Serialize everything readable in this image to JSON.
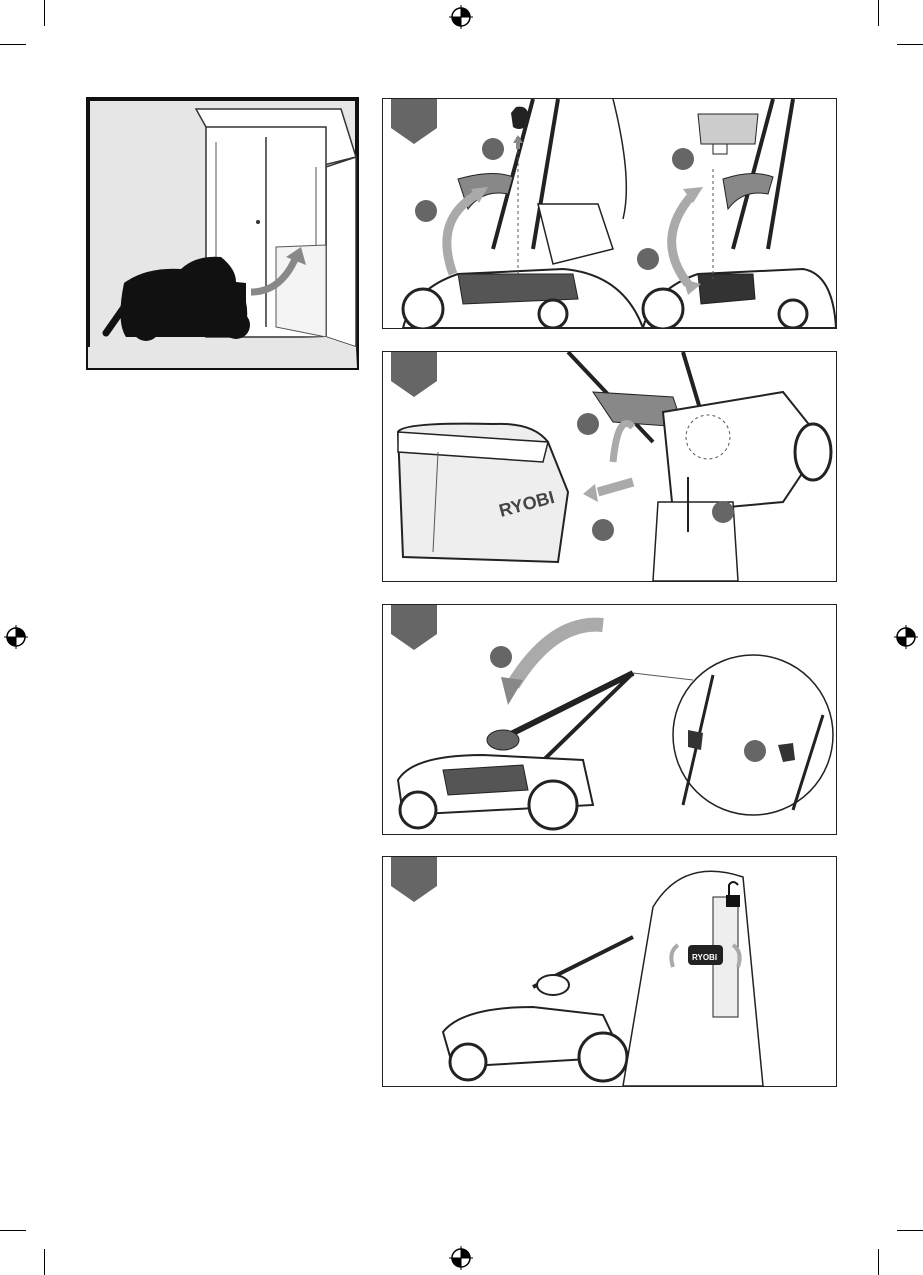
{
  "brand": {
    "logo_text": "RYOBI"
  },
  "figures": [
    {
      "id": "storage",
      "description_icon": "shed-storage-illustration"
    },
    {
      "id": "step-battery",
      "icon": "battery-removal-illustration"
    },
    {
      "id": "step-grassbag",
      "icon": "grass-bag-removal-illustration"
    },
    {
      "id": "step-fold",
      "icon": "handle-fold-illustration"
    },
    {
      "id": "step-lock",
      "icon": "lock-knob-illustration"
    }
  ],
  "colors": {
    "line": "#222222",
    "panel_gray": "#e6e6e6",
    "dark_gray": "#666666",
    "silhouette": "#111111"
  }
}
